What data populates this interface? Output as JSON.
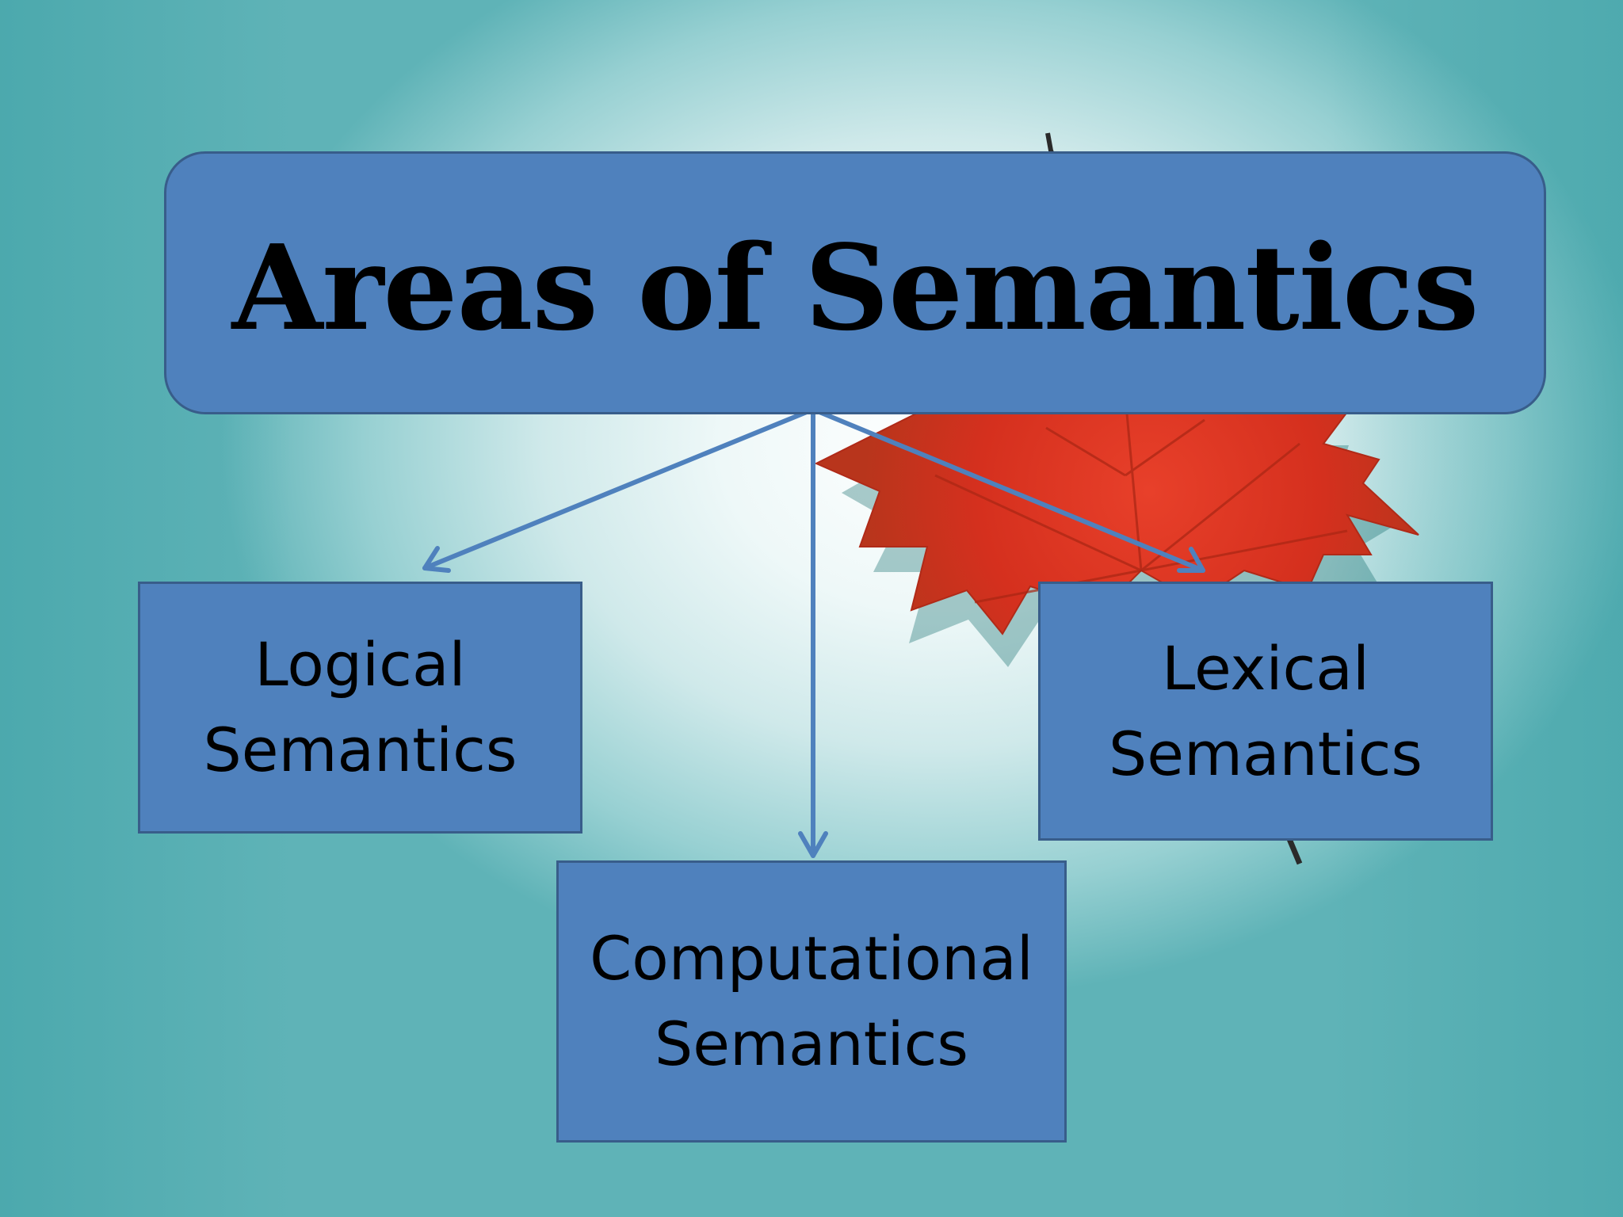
{
  "slide": {
    "title": "Areas of Semantics",
    "nodes": {
      "logical": "Logical\nSemantics",
      "lexical": "Lexical\nSemantics",
      "computational": "Computational\nSemantics"
    },
    "colors": {
      "box_fill": "#4f81bd",
      "box_border": "#385d8a",
      "arrow": "#4f81bd",
      "leaf": "#d8321f"
    },
    "background_image": "maple-leaf"
  }
}
